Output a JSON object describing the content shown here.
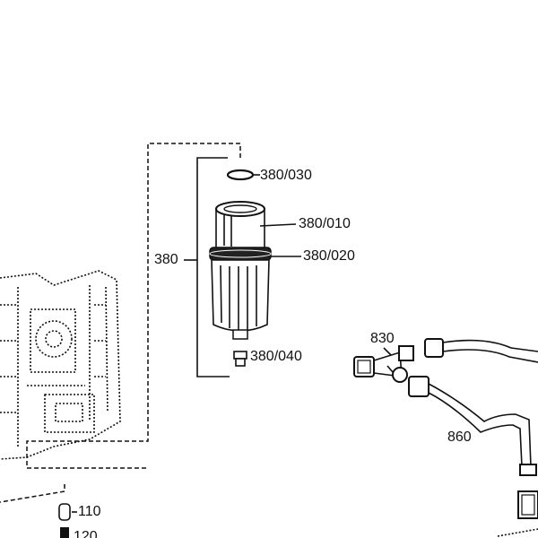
{
  "callouts": {
    "c380_030": "380/030",
    "c380_010": "380/010",
    "c380_020": "380/020",
    "c380": "380",
    "c380_040": "380/040",
    "c830": "830",
    "c860": "860",
    "c110": "110",
    "c120": "120"
  },
  "colors": {
    "ink": "#111111",
    "background": "#ffffff"
  },
  "icons": {
    "filter": "fuel-filter-icon",
    "oring": "o-ring-icon",
    "plug": "drain-plug-icon",
    "fitting": "banjo-fitting-icon",
    "pipe": "fuel-pipe-icon",
    "housing": "pump-housing-icon"
  }
}
